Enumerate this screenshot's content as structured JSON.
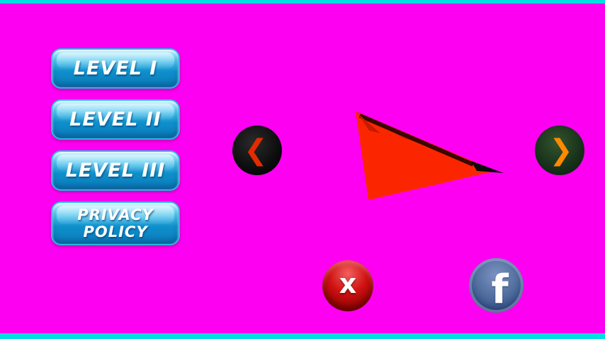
{
  "screen": {
    "background_color": "#FD00F2",
    "strip_color": "#00DEE2"
  },
  "menu": {
    "items": [
      {
        "id": "level-1",
        "label": "LEVEL I"
      },
      {
        "id": "level-2",
        "label": "LEVEL II"
      },
      {
        "id": "level-3",
        "label": "LEVEL III"
      }
    ],
    "privacy": {
      "line1": "PRIVACY",
      "line2": "POLICY"
    }
  },
  "carousel": {
    "prev_symbol": "❮",
    "next_symbol": "❯",
    "image_name": "red-paper-airplane"
  },
  "footer": {
    "close_symbol": "x",
    "facebook_symbol": "f"
  },
  "colors": {
    "button_gradient_top": "#C6F4FF",
    "button_gradient_bottom": "#0C7CBC",
    "prev_arrow": "#E22C00",
    "prev_circle": "#0A0A0A",
    "next_arrow": "#FF8A00",
    "next_circle": "#16301A",
    "close_circle": "#C00000",
    "facebook_circle": "#3A568F",
    "plane_red": "#FB2600"
  }
}
